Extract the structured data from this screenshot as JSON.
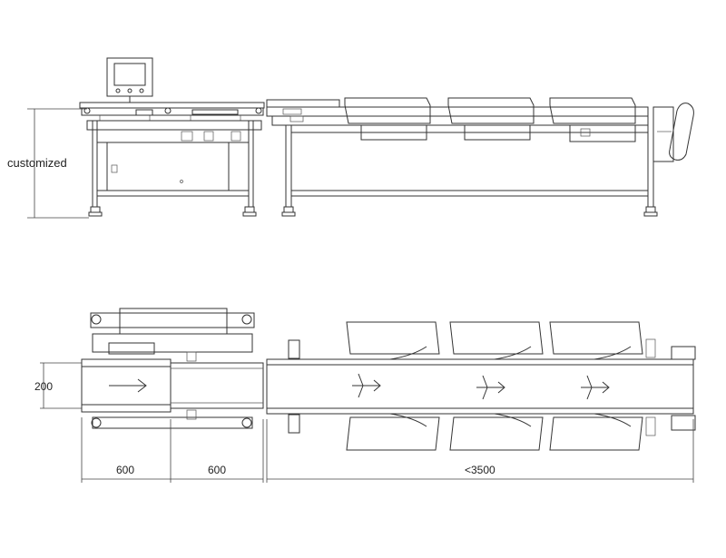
{
  "labels": {
    "height": "customized",
    "belt_width": "200",
    "infeed_length": "600",
    "weigh_length": "600",
    "sorter_length": "<3500"
  },
  "colors": {
    "line": "#333333",
    "background": "#ffffff"
  }
}
